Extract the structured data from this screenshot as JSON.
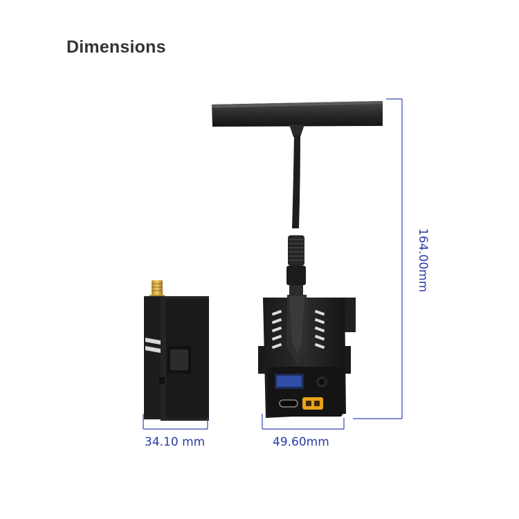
{
  "page": {
    "title": "Dimensions"
  },
  "dimensions": {
    "height_label": "164.00mm",
    "width_label": "49.60mm",
    "depth_label": "34.10 mm"
  },
  "colors": {
    "dimension_line": "#3344b0",
    "device_body": "#1b1b1b",
    "connector_accent": "#e8a21a",
    "screen": "#2f4fa8"
  },
  "icons": [
    "usb-c-port",
    "xt30-power-port",
    "sma-connector",
    "oled-screen"
  ]
}
